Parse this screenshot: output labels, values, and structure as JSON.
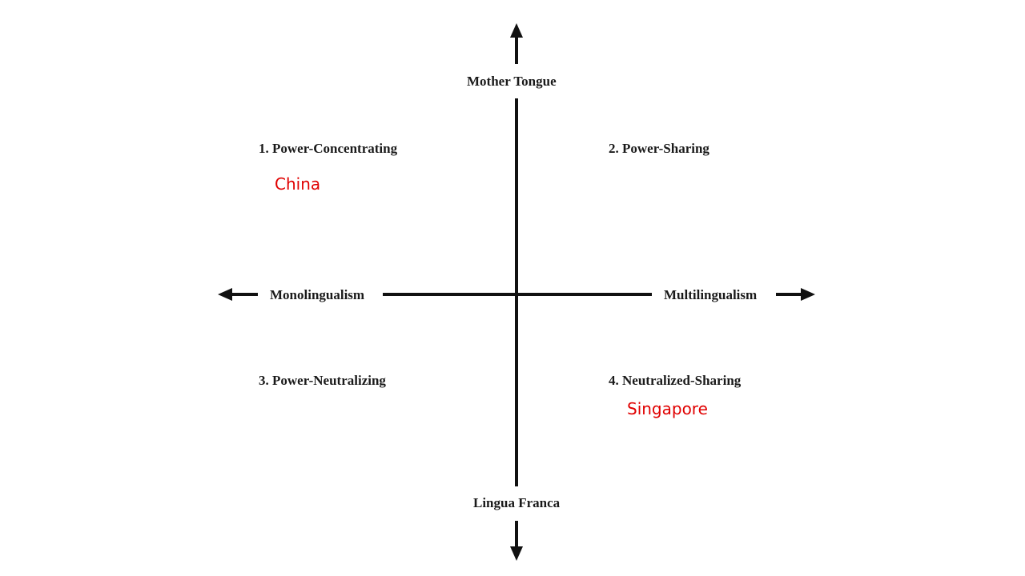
{
  "axes": {
    "top": "Mother Tongue",
    "bottom": "Lingua Franca",
    "left": "Monolingualism",
    "right": "Multilingualism"
  },
  "quadrants": [
    {
      "label": "1. Power-Concentrating"
    },
    {
      "label": "2. Power-Sharing"
    },
    {
      "label": "3. Power-Neutralizing"
    },
    {
      "label": "4. Neutralized-Sharing"
    }
  ],
  "annotations": [
    {
      "text": "China",
      "quadrant": 1
    },
    {
      "text": "Singapore",
      "quadrant": 4
    }
  ],
  "colors": {
    "axis": "#111111",
    "label": "#1a1a1a",
    "annotation": "#e00000"
  }
}
